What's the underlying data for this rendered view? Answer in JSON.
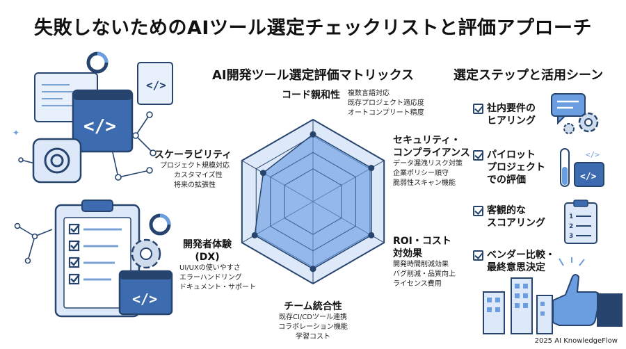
{
  "title": "失敗しないためのAIツール選定チェックリストと評価アプローチ",
  "matrix": {
    "title": "AI開発ツール選定評価マトリックス",
    "axes": [
      {
        "name": "コード親和性",
        "items": [
          "複数言語対応",
          "既存プロジェクト適応度",
          "オートコンプリート精度"
        ]
      },
      {
        "name": "セキュリティ・\nコンプライアンス",
        "items": [
          "データ漏洩リスク対策",
          "企業ポリシー順守",
          "脆弱性スキャン機能"
        ]
      },
      {
        "name": "ROI・コスト\n対効果",
        "items": [
          "開発時間削減効果",
          "バグ削減・品質向上",
          "ライセンス費用"
        ]
      },
      {
        "name": "チーム統合性",
        "items": [
          "既存CI/CDツール連携",
          "コラボレーション機能",
          "学習コスト"
        ]
      },
      {
        "name": "開発者体験\n(DX)",
        "items": [
          "UI/UXの使いやすさ",
          "エラーハンドリング",
          "ドキュメント・サポート"
        ]
      },
      {
        "name": "スケーラビリティ",
        "items": [
          "プロジェクト規模対応",
          "カスタマイズ性",
          "将来の拡張性"
        ]
      }
    ]
  },
  "steps": {
    "title": "選定ステップと活用シーン",
    "items": [
      {
        "label": "社内要件の\nヒアリング"
      },
      {
        "label": "パイロット\nプロジェクト\nでの評価"
      },
      {
        "label": "客観的な\nスコアリング"
      },
      {
        "label": "ベンダー比較・\n最終意思決定"
      }
    ]
  },
  "icons": {
    "left_top": [
      "code-window-icon",
      "ai-logo-icon",
      "network-icon"
    ],
    "left_bottom": [
      "clipboard-checklist-icon",
      "gear-icon",
      "code-window-icon"
    ],
    "right": [
      "chat-gear-icon",
      "test-tube-code-icon",
      "clipboard-numbered-icon",
      "thumbs-up-city-icon"
    ]
  },
  "colors": {
    "primary": "#26446e",
    "accent": "#4a86d8",
    "fill": "#6b9ee0",
    "light": "#dde9f8"
  },
  "footer": "2025 AI KnowledgeFlow"
}
